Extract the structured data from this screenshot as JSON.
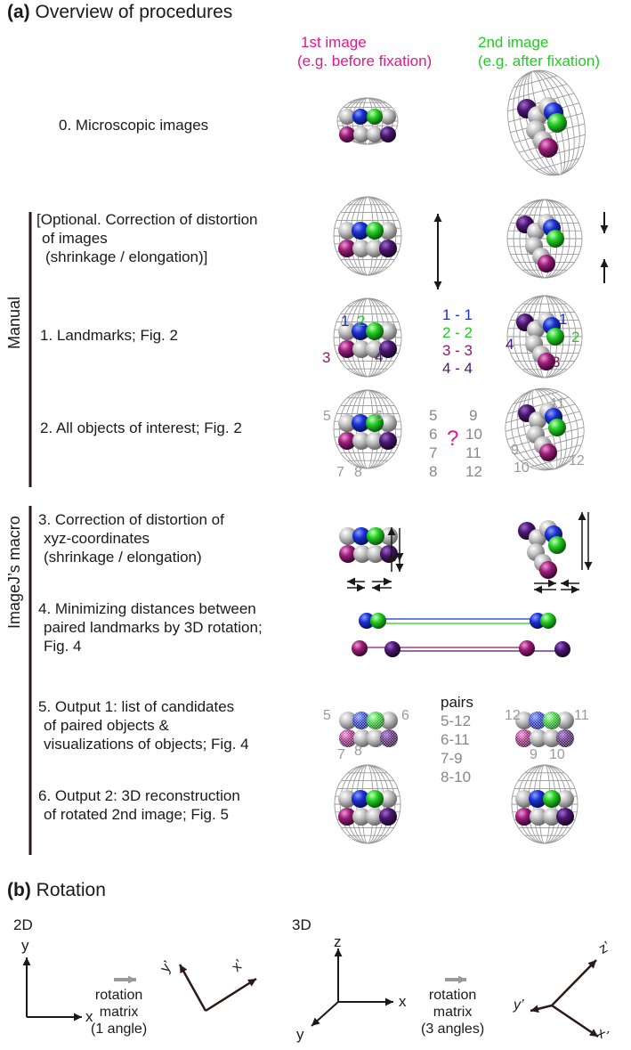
{
  "panel_a": {
    "letter": "(a)",
    "title": "Overview of procedures",
    "col1": {
      "line1": "1st image",
      "line2": "(e.g. before fixation)",
      "color": "#e0188c"
    },
    "col2": {
      "line1": "2nd image",
      "line2": "(e.g. after fixation)",
      "color": "#22cc22"
    },
    "steps": {
      "s0": "0. Microscopic images",
      "opt1": "[Optional. Correction of distortion",
      "opt2": "of images",
      "opt3": "(shrinkage / elongation)]",
      "s1": "1. Landmarks; Fig. 2",
      "s2": "2. All objects of interest; Fig. 2",
      "s3a": "3. Correction of distortion of",
      "s3b": "xyz-coordinates",
      "s3c": "(shrinkage / elongation)",
      "s4a": "4. Minimizing distances between",
      "s4b": "paired landmarks by 3D rotation;",
      "s4c": "Fig. 4",
      "s5a": "5. Output 1: list of candidates",
      "s5b": "of paired objects &",
      "s5c": "visualizations of objects; Fig. 4",
      "s6a": "6. Output 2: 3D reconstruction",
      "s6b": "of rotated 2nd image; Fig. 5"
    },
    "groups": {
      "manual": "Manual",
      "macro": "ImageJ’s macro"
    },
    "landmark_pairs": [
      "1 - 1",
      "2 - 2",
      "3 - 3",
      "4 - 4"
    ],
    "landmark_labels_1st": [
      "1",
      "2",
      "3",
      "4"
    ],
    "landmark_labels_2nd": [
      "1",
      "2",
      "3",
      "4"
    ],
    "objects_1st": [
      "5",
      "6",
      "7",
      "8"
    ],
    "objects_2nd": [
      "9",
      "10",
      "11",
      "12"
    ],
    "object_numbers_col1": [
      "5",
      "6",
      "7",
      "8"
    ],
    "object_numbers_col2": [
      "9",
      "10",
      "11",
      "12"
    ],
    "unknown_mark": "?",
    "pairs_title": "pairs",
    "pairs": [
      "5-12",
      "6-11",
      "7-9",
      "8-10"
    ],
    "output1_labels_1st": [
      "5",
      "6",
      "7",
      "8"
    ],
    "output1_labels_2nd": [
      "12",
      "11",
      "9",
      "10"
    ],
    "colors": {
      "blue": "#1a2fd0",
      "green": "#22cc22",
      "magenta": "#8c1c6a",
      "purple": "#4a1670",
      "grey": "#9a9a9a"
    }
  },
  "panel_b": {
    "letter": "(b)",
    "title": "Rotation",
    "d2": {
      "label": "2D",
      "x": "x",
      "y": "y",
      "xp": "x’",
      "yp": "y’",
      "caption1": "rotation",
      "caption2": "matrix",
      "caption3": "(1 angle)"
    },
    "d3": {
      "label": "3D",
      "x": "x",
      "y": "y",
      "z": "z",
      "xp": "x’",
      "yp": "y’",
      "zp": "z’",
      "caption1": "rotation",
      "caption2": "matrix",
      "caption3": "(3 angles)"
    }
  }
}
